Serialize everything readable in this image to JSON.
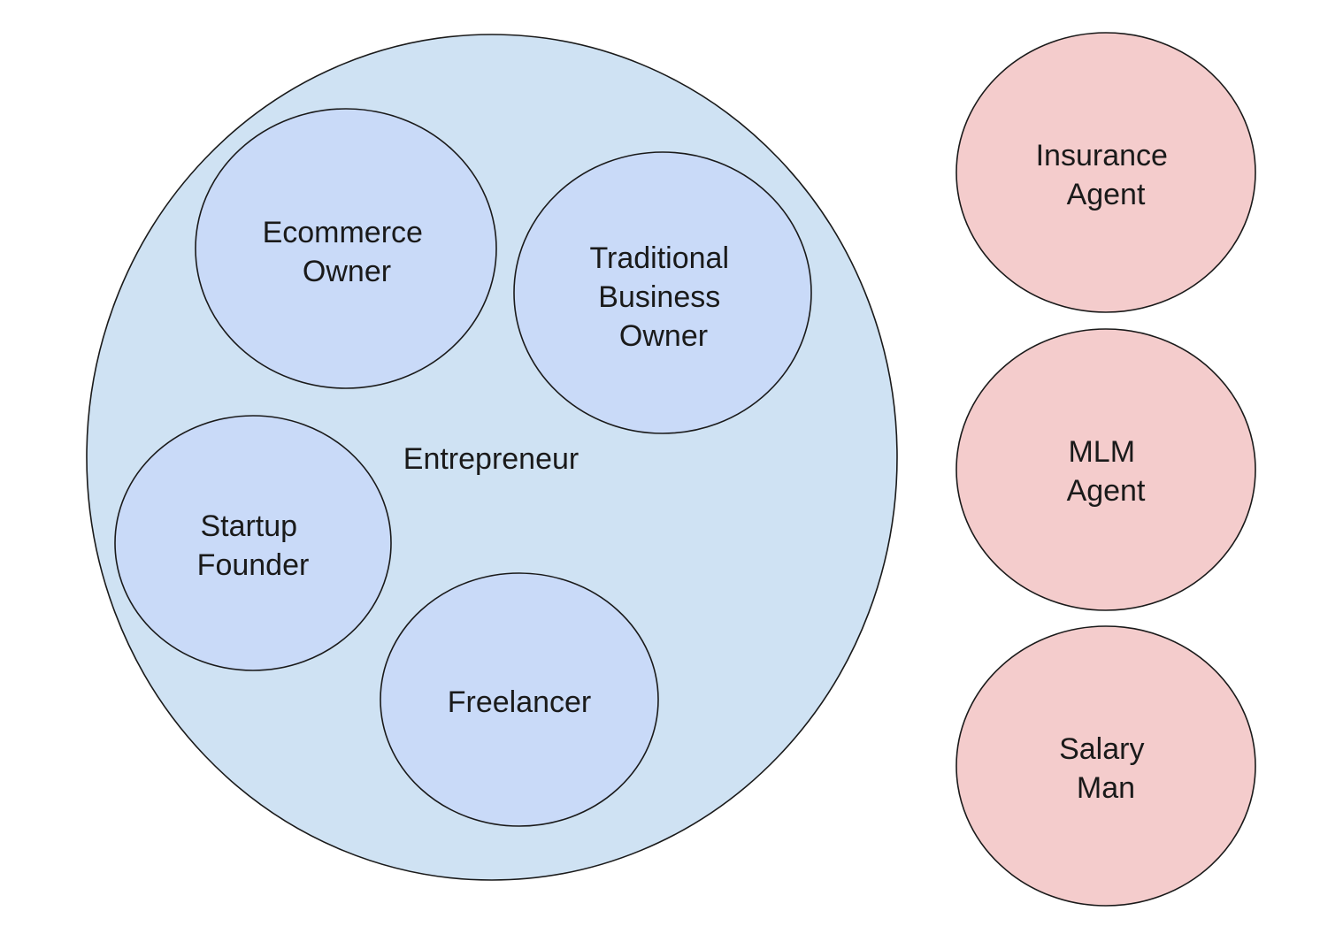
{
  "colors": {
    "outer_fill": "#cfe2f3",
    "inner_fill": "#c9daf8",
    "other_fill": "#f4cccc",
    "stroke": "#1a1a1a",
    "text": "#1a1a1a"
  },
  "entrepreneur": {
    "label": "Entrepreneur",
    "sub_groups": [
      {
        "lines": [
          "Ecommerce",
          "Owner"
        ]
      },
      {
        "lines": [
          "Traditional",
          "Business",
          "Owner"
        ]
      },
      {
        "lines": [
          "Startup",
          "Founder"
        ]
      },
      {
        "lines": [
          "Freelancer"
        ]
      }
    ]
  },
  "others": [
    {
      "lines": [
        "Insurance",
        "Agent"
      ]
    },
    {
      "lines": [
        "MLM",
        "Agent"
      ]
    },
    {
      "lines": [
        "Salary",
        "Man"
      ]
    }
  ]
}
